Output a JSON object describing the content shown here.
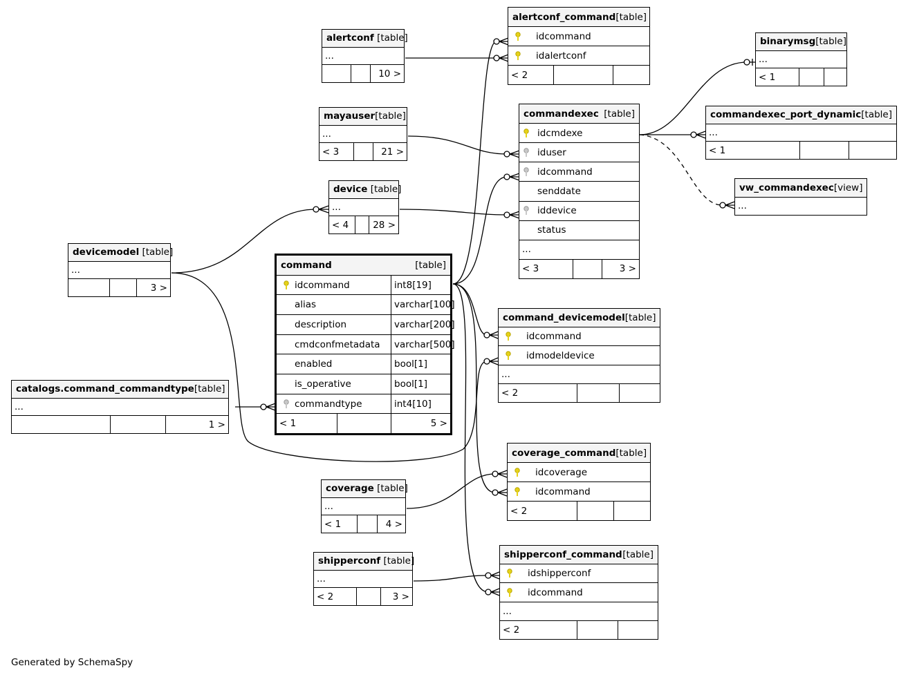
{
  "tables": {
    "alertconf": {
      "name": "alertconf",
      "type": "[table]",
      "dots": "...",
      "foot": [
        "",
        "",
        "10 >"
      ]
    },
    "mayauser": {
      "name": "mayauser",
      "type": "[table]",
      "dots": "...",
      "foot": [
        "< 3",
        "",
        "21 >"
      ]
    },
    "device": {
      "name": "device",
      "type": "[table]",
      "dots": "...",
      "foot": [
        "< 4",
        "",
        "28 >"
      ]
    },
    "devicemodel": {
      "name": "devicemodel",
      "type": "[table]",
      "dots": "...",
      "foot": [
        "",
        "",
        "3 >"
      ]
    },
    "catalogs_command_commandtype": {
      "name": "catalogs.command_commandtype",
      "type": "[table]",
      "dots": "...",
      "foot": [
        "",
        "",
        "1 >"
      ]
    },
    "coverage": {
      "name": "coverage",
      "type": "[table]",
      "dots": "...",
      "foot": [
        "< 1",
        "",
        "4 >"
      ]
    },
    "shipperconf": {
      "name": "shipperconf",
      "type": "[table]",
      "dots": "...",
      "foot": [
        "< 2",
        "",
        "3 >"
      ]
    },
    "alertconf_command": {
      "name": "alertconf_command",
      "type": "[table]",
      "cols": [
        "idcommand",
        "idalertconf"
      ],
      "foot": [
        "< 2",
        "",
        ""
      ]
    },
    "commandexec": {
      "name": "commandexec",
      "type": "[table]",
      "cols": [
        "idcmdexe",
        "iduser",
        "idcommand",
        "senddate",
        "iddevice",
        "status"
      ],
      "dots": "...",
      "foot": [
        "< 3",
        "",
        "3 >"
      ]
    },
    "binarymsg": {
      "name": "binarymsg",
      "type": "[table]",
      "dots": "...",
      "foot": [
        "< 1",
        "",
        ""
      ]
    },
    "commandexec_port_dynamic": {
      "name": "commandexec_port_dynamic",
      "type": "[table]",
      "dots": "...",
      "foot": [
        "< 1",
        "",
        ""
      ]
    },
    "vw_commandexec": {
      "name": "vw_commandexec",
      "type": "[view]",
      "dots": "..."
    },
    "command_devicemodel": {
      "name": "command_devicemodel",
      "type": "[table]",
      "cols": [
        "idcommand",
        "idmodeldevice"
      ],
      "dots": "...",
      "foot": [
        "< 2",
        "",
        ""
      ]
    },
    "coverage_command": {
      "name": "coverage_command",
      "type": "[table]",
      "cols": [
        "idcoverage",
        "idcommand"
      ],
      "foot": [
        "< 2",
        "",
        ""
      ]
    },
    "shipperconf_command": {
      "name": "shipperconf_command",
      "type": "[table]",
      "cols": [
        "idshipperconf",
        "idcommand"
      ],
      "dots": "...",
      "foot": [
        "< 2",
        "",
        ""
      ]
    },
    "command": {
      "name": "command",
      "type": "[table]",
      "cols": [
        {
          "name": "idcommand",
          "dtype": "int8[19]"
        },
        {
          "name": "alias",
          "dtype": "varchar[100]"
        },
        {
          "name": "description",
          "dtype": "varchar[200]"
        },
        {
          "name": "cmdconfmetadata",
          "dtype": "varchar[500]"
        },
        {
          "name": "enabled",
          "dtype": "bool[1]"
        },
        {
          "name": "is_operative",
          "dtype": "bool[1]"
        },
        {
          "name": "commandtype",
          "dtype": "int4[10]"
        }
      ],
      "foot": [
        "< 1",
        "",
        "5 >"
      ]
    }
  },
  "footer": "Generated by SchemaSpy",
  "colors": {
    "primary_key": "#e6d21a",
    "foreign_key": "#c8c8c8",
    "line": "#000000",
    "header_bg": "#f4f4f4"
  }
}
